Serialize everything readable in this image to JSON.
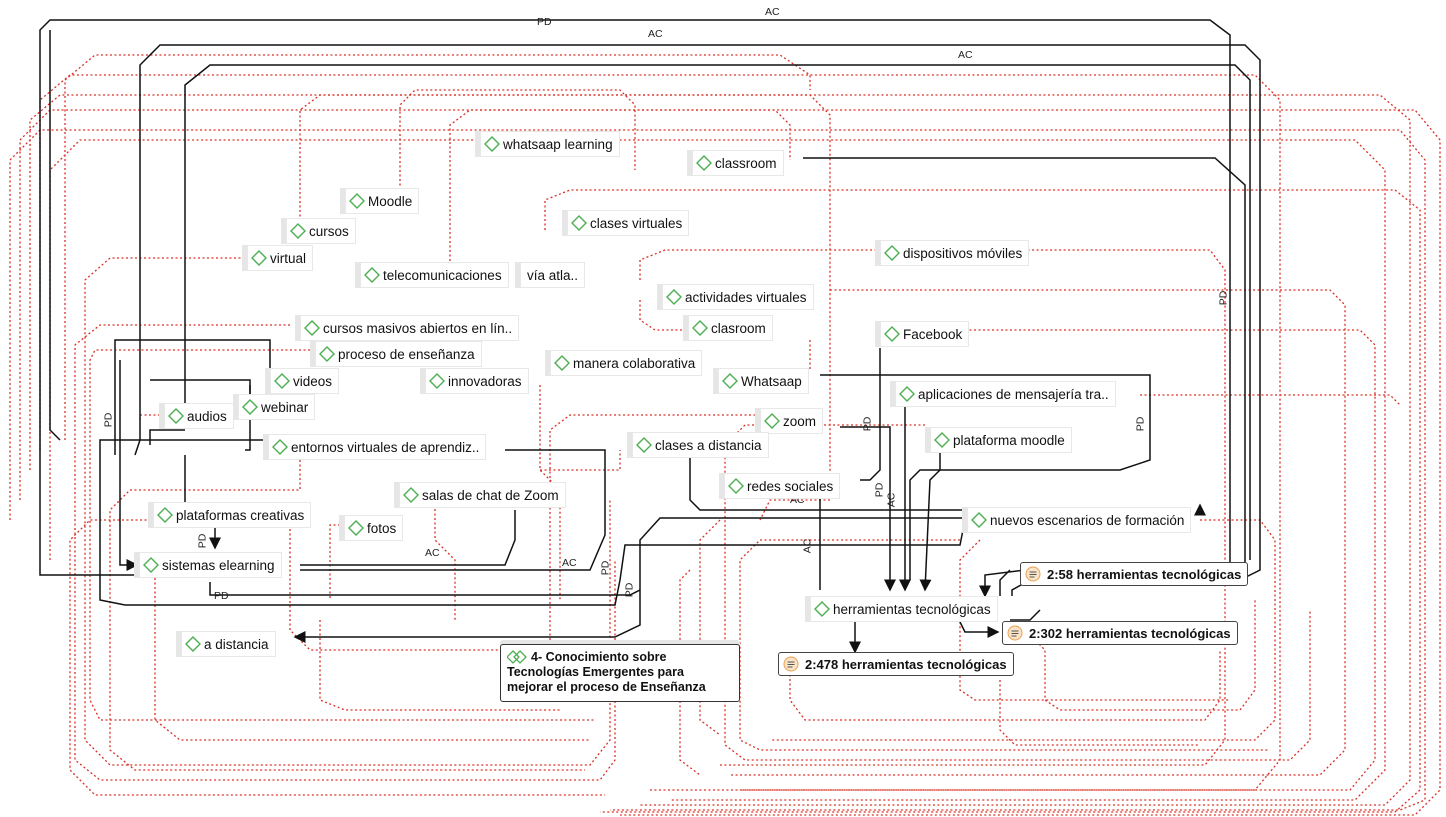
{
  "diagram": {
    "codes": {
      "whatsaap_learning": "whatsaap learning",
      "classroom": "classroom",
      "moodle": "Moodle",
      "clases_virtuales": "clases virtuales",
      "cursos": "cursos",
      "virtual": "virtual",
      "dispositivos_moviles": "dispositivos móviles",
      "telecomunicaciones": "telecomunicaciones",
      "via_atla": "vía atla..",
      "actividades_virtuales": "actividades virtuales",
      "clasroom": "clasroom",
      "cursos_masivos": "cursos masivos abiertos en lín..",
      "facebook": "Facebook",
      "proceso_ensenanza": "proceso de enseñanza",
      "manera_colaborativa": "manera colaborativa",
      "videos": "videos",
      "innovadoras": "innovadoras",
      "whatsaap": "Whatsaap",
      "aplicaciones_mensajeria": "aplicaciones de mensajería tra..",
      "audios": "audios",
      "webinar": "webinar",
      "zoom": "zoom",
      "entornos_virtuales": "entornos virtuales de aprendiz..",
      "clases_distancia": "clases a distancia",
      "plataforma_moodle": "plataforma moodle",
      "redes_sociales": "redes sociales",
      "salas_chat_zoom": "salas de chat de Zoom",
      "plataformas_creativas": "plataformas creativas",
      "nuevos_escenarios": "nuevos escenarios de formación",
      "fotos": "fotos",
      "sistemas_elearning": "sistemas elearning",
      "herramientas_tecnologicas": "herramientas tecnológicas",
      "a_distancia": "a distancia"
    },
    "quotations": {
      "q258": "2:58 herramientas tecnológicas",
      "q302": "2:302 herramientas tecnológicas",
      "q478": "2:478 herramientas tecnológicas"
    },
    "group": {
      "line1": "4- Conocimiento sobre",
      "line2": "Tecnologías Emergentes para",
      "line3": "mejorar el proceso de Enseñanza"
    },
    "relation_labels": {
      "ac": "AC",
      "pd": "PD"
    },
    "colors": {
      "code_icon": "#4caf50",
      "relation_solid": "#222222",
      "relation_dotted": "#d93025",
      "quote_icon": "#e8a050"
    },
    "icons": {
      "code": "diamond-icon",
      "quotation": "quotation-icon",
      "group": "double-diamond-icon"
    }
  }
}
